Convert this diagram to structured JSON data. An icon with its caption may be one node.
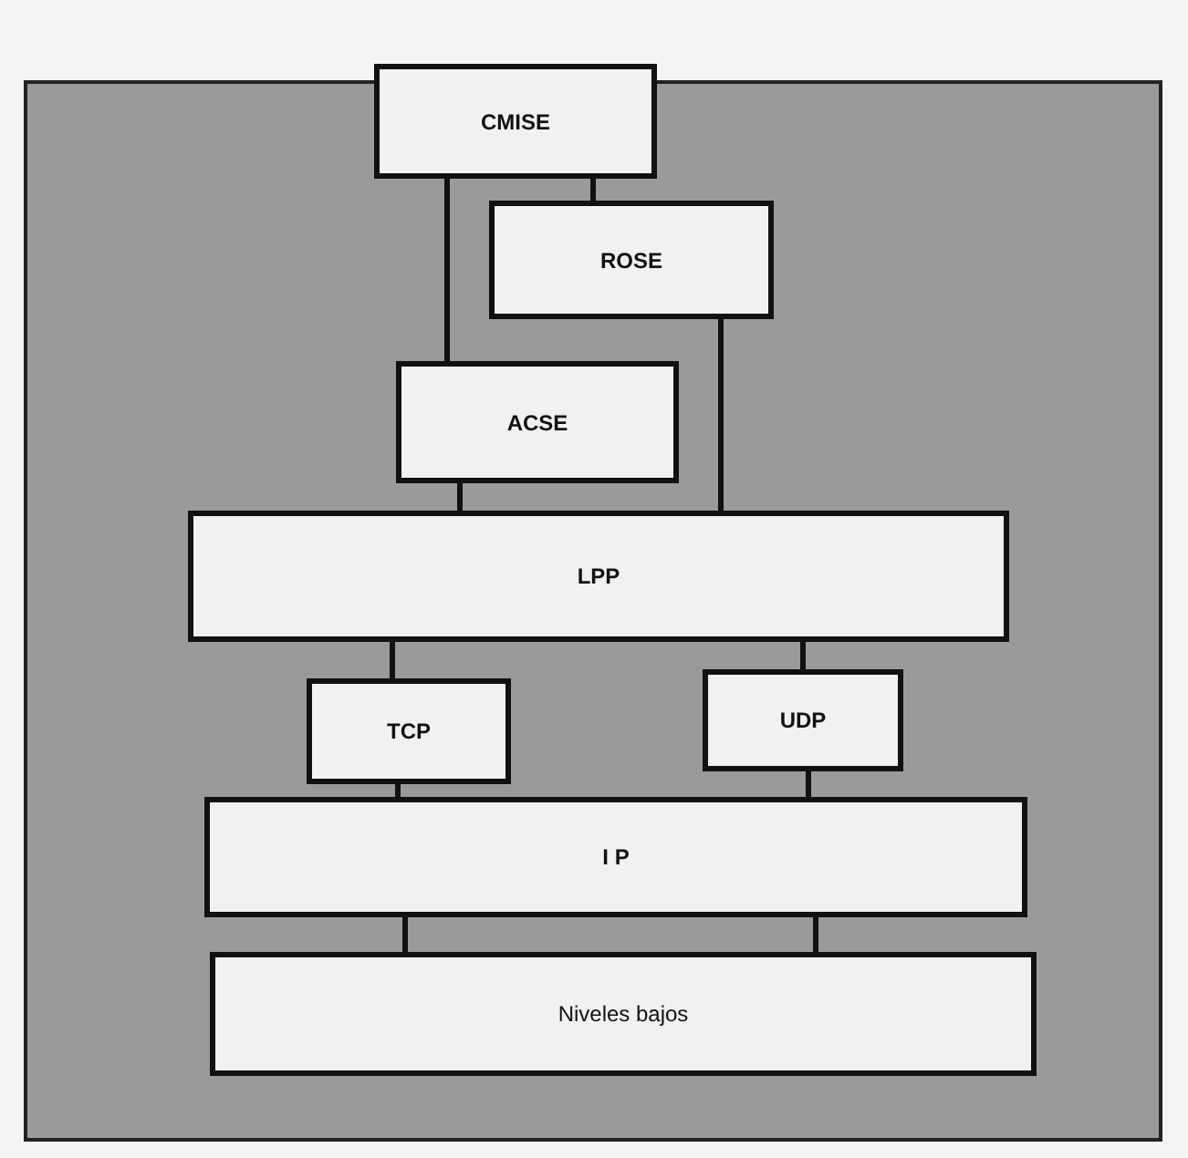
{
  "diagram": {
    "nodes": [
      {
        "text": [
          "CMISE"
        ]
      },
      {
        "text": [
          "ROSE"
        ]
      },
      {
        "text": [
          "ACSE"
        ]
      },
      {
        "text": [
          "LPP"
        ]
      },
      {
        "text": [
          "TCP"
        ]
      },
      {
        "text": [
          "UDP"
        ]
      },
      {
        "text": [
          "I P"
        ]
      },
      {
        "text": [
          "Niveles bajos"
        ]
      }
    ],
    "edges": [
      {
        "from": 0,
        "to": 2,
        "arrow": "none"
      },
      {
        "from": 0,
        "to": 1,
        "arrow": "none"
      },
      {
        "from": 1,
        "to": 3,
        "arrow": "none"
      },
      {
        "from": 2,
        "to": 3,
        "arrow": "none"
      },
      {
        "from": 3,
        "to": 4,
        "arrow": "none"
      },
      {
        "from": 3,
        "to": 5,
        "arrow": "none"
      },
      {
        "from": 4,
        "to": 6,
        "arrow": "none"
      },
      {
        "from": 5,
        "to": 6,
        "arrow": "none"
      },
      {
        "from": 6,
        "to": 7,
        "arrow": "none"
      },
      {
        "from": 6,
        "to": 7,
        "arrow": "none"
      }
    ]
  }
}
